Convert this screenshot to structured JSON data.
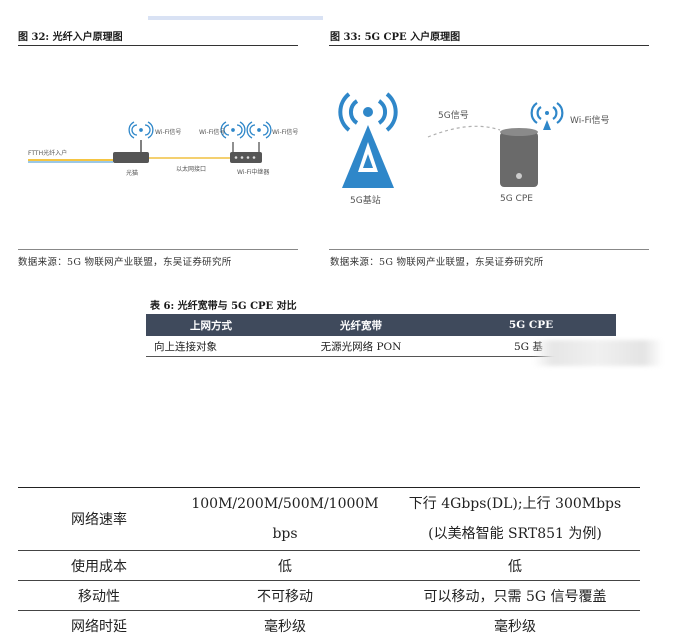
{
  "fig32": {
    "title": "图 32:  光纤入户原理图",
    "ftth": "FTTH光纤入户",
    "wifi_signal_1": "Wi-Fi信号",
    "wifi_signal_2": "Wi-Fi信号",
    "wifi_signal_3": "Wi-Fi信号",
    "modem": "光猫",
    "ethernet": "以太网接口",
    "repeater": "Wi-Fi中继器",
    "source": "数据来源：5G 物联网产业联盟，东吴证券研究所"
  },
  "fig33": {
    "title": "图 33: 5G CPE 入户原理图",
    "signal_5g": "5G信号",
    "wifi_signal": "Wi-Fi信号",
    "base_station": "5G基站",
    "cpe": "5G CPE",
    "source": "数据来源：5G 物联网产业联盟，东吴证券研究所"
  },
  "table6": {
    "title": "表 6:  光纤宽带与 5G CPE 对比",
    "headers": [
      "上网方式",
      "光纤宽带",
      "5G CPE"
    ],
    "row": [
      "向上连接对象",
      "无源光网络 PON",
      "5G 基"
    ]
  },
  "big_table": {
    "rows": [
      {
        "label": "网络速率",
        "fiber_line1": "100M/200M/500M/1000M",
        "fiber_line2": "bps",
        "cpe_line1": "下行 4Gbps(DL);上行 300Mbps",
        "cpe_line2": "(以美格智能 SRT851 为例)"
      },
      {
        "label": "使用成本",
        "fiber": "低",
        "cpe": "低"
      },
      {
        "label": "移动性",
        "fiber": "不可移动",
        "cpe": "可以移动，只需 5G 信号覆盖"
      },
      {
        "label": "网络时延",
        "fiber": "毫秒级",
        "cpe": "毫秒级"
      }
    ]
  },
  "colors": {
    "signal_blue": "#2f87c9",
    "fiber_yellow": "#f5c542",
    "fiber_blue": "#5fa8d8",
    "device_gray": "#555555",
    "table_header": "#3f4a5c"
  }
}
